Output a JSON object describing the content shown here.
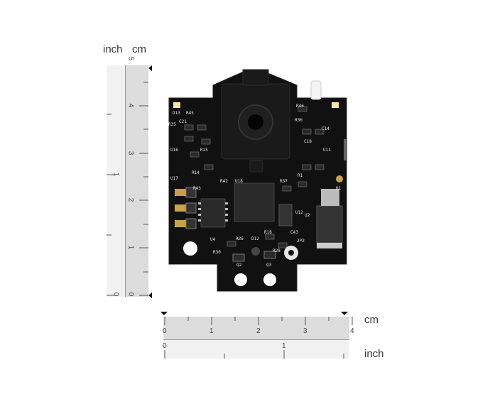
{
  "vertical_ruler": {
    "unit_left": "inch",
    "unit_right": "cm",
    "cm_ticks": [
      "5",
      "4",
      "3",
      "2",
      "1",
      "0"
    ],
    "inch_ticks": [
      "1",
      "0"
    ]
  },
  "horizontal_ruler": {
    "unit_top": "cm",
    "unit_bottom": "inch",
    "cm_ticks": [
      "0",
      "1",
      "2",
      "3",
      "4"
    ],
    "inch_ticks": [
      "0",
      "1"
    ]
  },
  "board": {
    "silkscreen_labels": [
      "D13",
      "R45",
      "R46",
      "R35",
      "C21",
      "U16",
      "U17",
      "R42",
      "R43",
      "U18",
      "R37",
      "R14",
      "R15",
      "U4",
      "R26",
      "D12",
      "Q2",
      "Q3",
      "R16",
      "JP2",
      "C43",
      "U12",
      "U2",
      "D1",
      "R1",
      "C14",
      "C18",
      "R36",
      "U11",
      "R30",
      "R28"
    ],
    "colors": {
      "pcb": "#111111",
      "silkscreen": "#e6e6e6",
      "pad": "#c9a24a"
    }
  }
}
